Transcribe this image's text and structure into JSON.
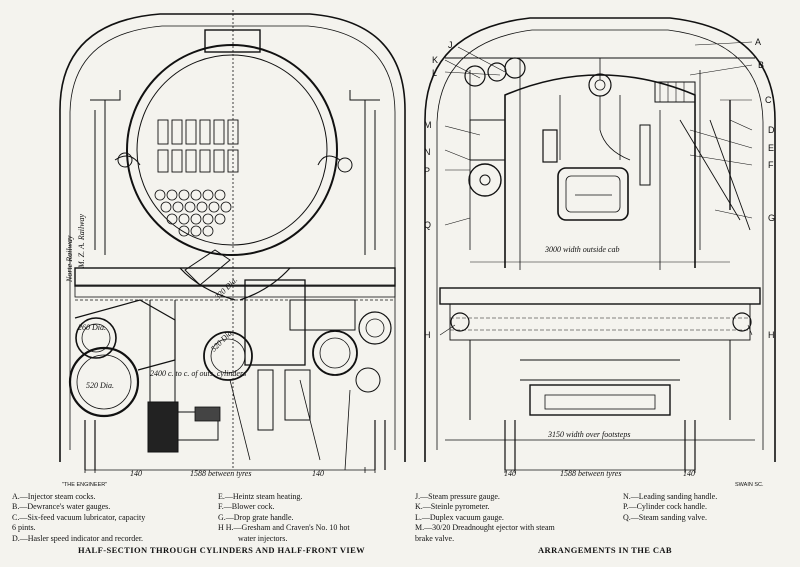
{
  "left_view": {
    "rail_label_1": "Norte Railway",
    "rail_label_2": "M. Z. A. Railway",
    "dim_bottom": "1588 between tyres",
    "dim_140_left": "140",
    "dim_140_right": "140",
    "dia_260": "260 Dia.",
    "dia_520": "520 Dia.",
    "dia_520_b": "520 Dia.",
    "dia_320": "320 Dia.",
    "dim_cyl": "2400 c. to c. of outs. cylinders",
    "credit": "\"THE ENGINEER\""
  },
  "right_view": {
    "dim_cab": "3000 width outside cab",
    "dim_footsteps": "3150 width over footsteps",
    "dim_bottom": "1588 between tyres",
    "dim_140_left": "140",
    "dim_140_right": "140",
    "engraver": "SWAIN SC.",
    "letters_left": [
      "J",
      "K",
      "L",
      "M",
      "N",
      "P",
      "Q",
      "H"
    ],
    "letters_right": [
      "A",
      "B",
      "C",
      "D",
      "E",
      "F",
      "G",
      "H"
    ]
  },
  "legend": {
    "col1": [
      "A.—Injector steam cocks.",
      "B.—Dewrance's water gauges.",
      "C.—Six-feed vacuum lubricator, capacity",
      "6 pints.",
      "D.—Hasler speed indicator and recorder."
    ],
    "col2": [
      "E.—Heintz steam heating.",
      "F.—Blower cock.",
      "G.—Drop grate handle.",
      "H H.—Gresham and Craven's No. 10 hot",
      "water injectors."
    ],
    "col3": [
      "J.—Steam pressure gauge.",
      "K.—Steinle pyrometer.",
      "L.—Duplex vacuum gauge.",
      "M.—30/20 Dreadnought ejector with steam",
      "brake valve."
    ],
    "col4": [
      "N.—Leading sanding handle.",
      "P.—Cylinder cock handle.",
      "Q.—Steam sanding valve."
    ]
  },
  "captions": {
    "left": "HALF-SECTION THROUGH CYLINDERS AND HALF-FRONT VIEW",
    "right": "ARRANGEMENTS IN THE CAB"
  }
}
